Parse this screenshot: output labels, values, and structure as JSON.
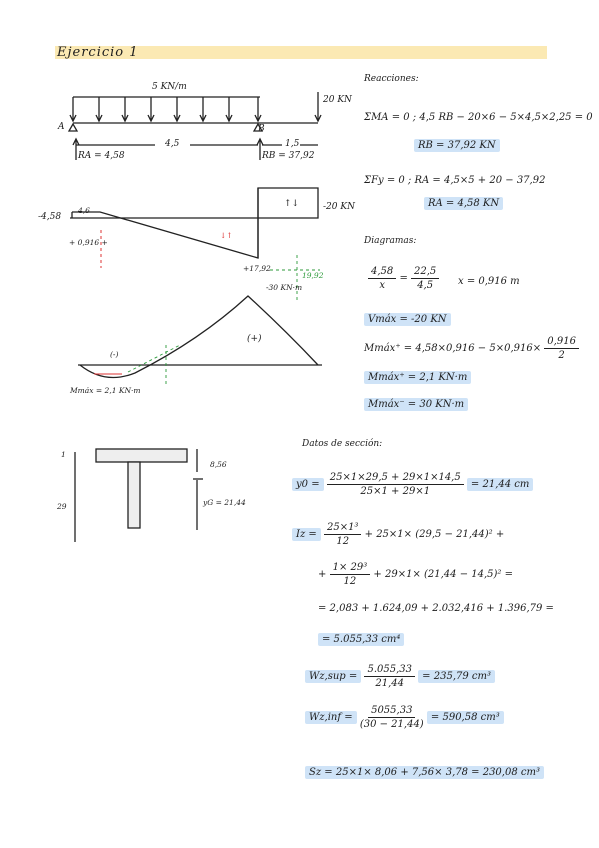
{
  "title": "Ejercicio 1",
  "beam": {
    "load_label": "5 KN/m",
    "point_load": "20 KN",
    "support_a": "A",
    "support_b": "B",
    "span_1": "4,5",
    "span_2": "1,5",
    "reaction_a": "RA = 4,58",
    "reaction_b": "RB = 37,92"
  },
  "shear_diagram": {
    "left_value": "-4,58",
    "left_small": "4,6",
    "zero_point": "+ 0,916 +",
    "right_value": "+17,92",
    "right_label": "-20 KN",
    "arrows_sym": "↑↓",
    "red_arrows": "↓↑"
  },
  "moment_diagram": {
    "min_label": "-30 KN·m",
    "peak_side_label": "19,92",
    "area_label": "(+)",
    "left_area_label": "(-)",
    "max_label": "Mmáx = 2,1 KN·m"
  },
  "reactions": {
    "heading": "Reacciones:",
    "eq1": "ΣMA = 0 ;   4,5 RB − 20×6 − 5×4,5×2,25 = 0",
    "rb": "RB = 37,92 KN",
    "eq2": "ΣFy = 0 ;   RA = 4,5×5 + 20 − 37,92",
    "ra": "RA = 4,58 KN"
  },
  "diagrams": {
    "heading": "Diagramas:",
    "ratio_num_a": "4,58",
    "ratio_den_a": "x",
    "ratio_num_b": "22,5",
    "ratio_den_b": "4,5",
    "x_result": "x = 0,916 m",
    "vmax": "Vmáx = -20 KN",
    "mmax_pos_eq": "Mmáx⁺ = 4,58×0,916 − 5×0,916×",
    "mmax_pos_frac_num": "0,916",
    "mmax_pos_frac_den": "2",
    "mmax_pos": "Mmáx⁺ = 2,1 KN·m",
    "mmax_neg": "Mmáx⁻ = 30 KN·m"
  },
  "section": {
    "heading": "Datos de sección:",
    "dim_top": "1",
    "dim_height": "29",
    "dim_right": "8,56",
    "yg_label": "yG = 21,44",
    "y0_lhs": "y0 =",
    "y0_num": "25×1×29,5 + 29×1×14,5",
    "y0_den": "25×1 + 29×1",
    "y0_res": "= 21,44 cm",
    "iz_lhs": "Iz =",
    "iz_t1_num": "25×1³",
    "iz_t1_den": "12",
    "iz_t1_rest": "+ 25×1× (29,5 − 21,44)² +",
    "iz_t2_pre": "+",
    "iz_t2_num": "1× 29³",
    "iz_t2_den": "12",
    "iz_t2_rest": "+ 29×1× (21,44 − 14,5)² =",
    "iz_sum": "= 2,083 + 1.624,09 + 2.032,416 + 1.396,79 =",
    "iz_result": "= 5.055,33 cm⁴",
    "wsup_lhs": "Wz,sup =",
    "wsup_num": "5.055,33",
    "wsup_den": "21,44",
    "wsup_res": "= 235,79 cm³",
    "winf_lhs": "Wz,inf =",
    "winf_num": "5055,33",
    "winf_den": "(30 − 21,44)",
    "winf_res": "= 590,58 cm³",
    "sz": "Sz = 25×1× 8,06 + 7,56× 3,78 = 230,08 cm³"
  }
}
